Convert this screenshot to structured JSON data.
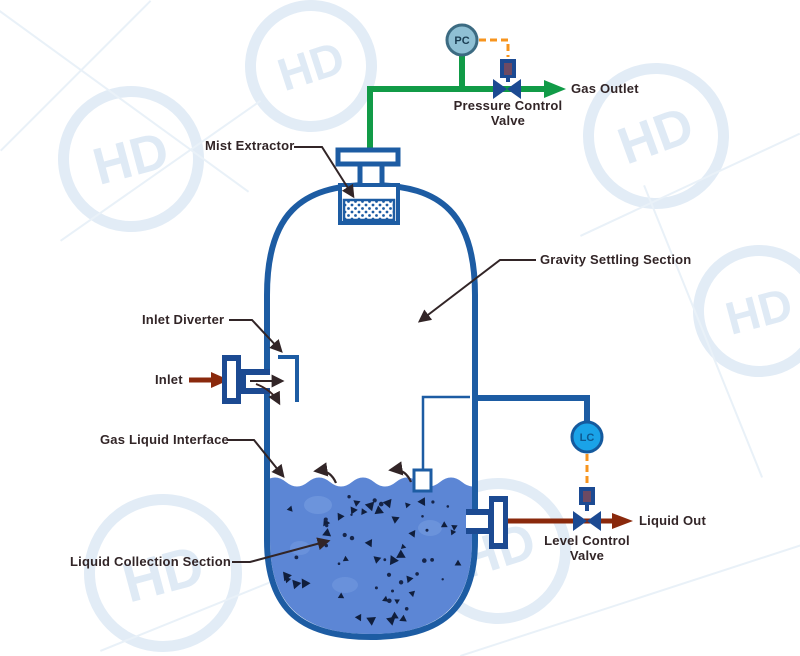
{
  "labels": {
    "mist_extractor": "Mist Extractor",
    "gravity_settling_section": "Gravity Settling Section",
    "inlet_diverter": "Inlet Diverter",
    "inlet": "Inlet",
    "gas_liquid_interface": "Gas Liquid Interface",
    "liquid_collection_section": "Liquid Collection Section",
    "gas_outlet": "Gas Outlet",
    "liquid_out": "Liquid Out",
    "pressure_control_valve_line1": "Pressure Control",
    "pressure_control_valve_line2": "Valve",
    "level_control_valve_line1": "Level Control",
    "level_control_valve_line2": "Valve"
  },
  "instruments": {
    "pressure_controller": "PC",
    "level_controller": "LC"
  },
  "watermark": {
    "text": "HD"
  },
  "colors": {
    "vessel_outline": "#1d5ca3",
    "liquid_fill": "#5c86d5",
    "particle_dark": "#101e3c",
    "gas_pipe_green": "#119b47",
    "liquid_pipe_red": "#8a290c",
    "signal_orange": "#f7941e",
    "valve_blue": "#1c4a92",
    "pc_bubble_fill": "#8fc0d4",
    "lc_bubble_fill": "#1aa3e8",
    "label_text": "#322527"
  }
}
